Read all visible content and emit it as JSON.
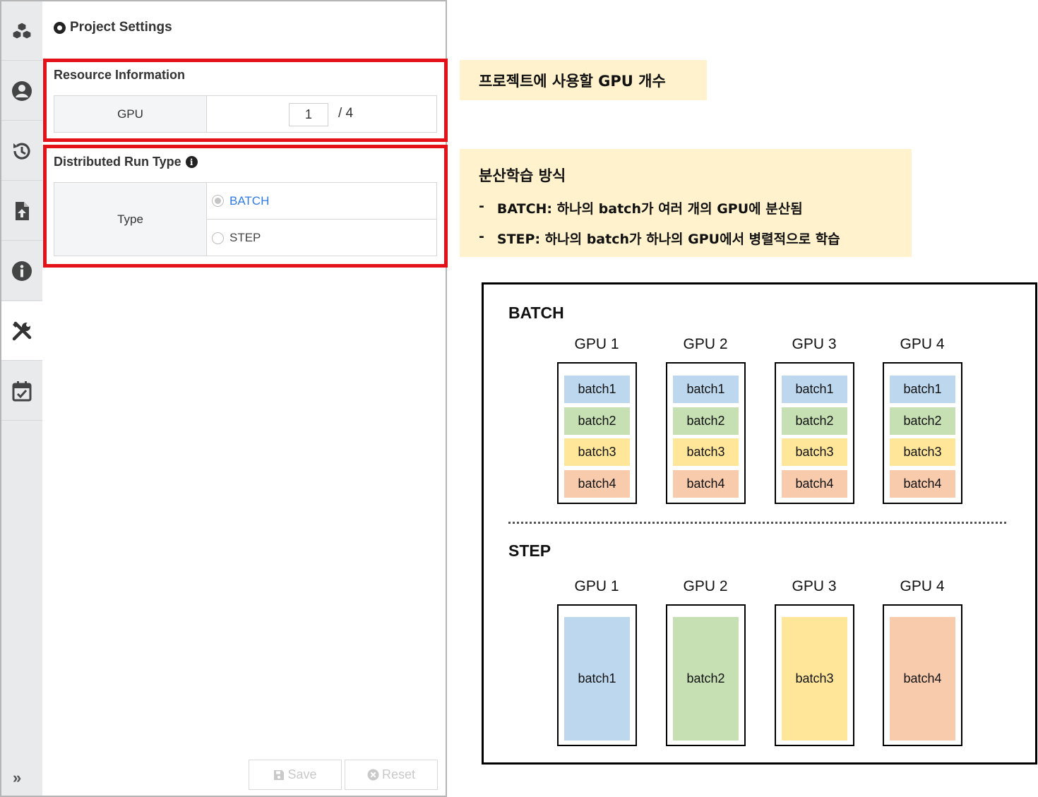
{
  "app": {
    "title": "Project Settings",
    "sidebar": {
      "items": [
        {
          "icon": "cubes-icon"
        },
        {
          "icon": "user-icon"
        },
        {
          "icon": "history-icon"
        },
        {
          "icon": "file-upload-icon"
        },
        {
          "icon": "info-icon"
        },
        {
          "icon": "tools-icon",
          "active": true
        },
        {
          "icon": "calendar-check-icon"
        }
      ],
      "expand_glyph": "»"
    },
    "resource": {
      "title": "Resource Information",
      "gpu_label": "GPU",
      "gpu_value": "1",
      "gpu_max": "/ 4"
    },
    "distributed": {
      "title": "Distributed Run Type",
      "type_label": "Type",
      "options": [
        {
          "label": "BATCH",
          "selected": true
        },
        {
          "label": "STEP",
          "selected": false
        }
      ]
    },
    "buttons": {
      "save": "Save",
      "reset": "Reset"
    }
  },
  "notes": {
    "gpu_count": "프로젝트에 사용할 GPU 개수",
    "dist_title": "분산학습 방식",
    "dist_items": [
      "BATCH: 하나의 batch가 여러 개의 GPU에 분산됨",
      "STEP: 하나의 batch가 하나의 GPU에서 병렬적으로 학습"
    ],
    "bullet": "-"
  },
  "diagram": {
    "batch_title": "BATCH",
    "step_title": "STEP",
    "gpus": [
      "GPU 1",
      "GPU 2",
      "GPU 3",
      "GPU 4"
    ],
    "batches": [
      "batch1",
      "batch2",
      "batch3",
      "batch4"
    ],
    "colors": [
      "#bdd7ee",
      "#c6e0b4",
      "#ffe699",
      "#f8cbad"
    ]
  },
  "colors": {
    "highlight": "#e41218",
    "selected_option": "#2f7be5",
    "note_bg": "#fff2cc"
  }
}
